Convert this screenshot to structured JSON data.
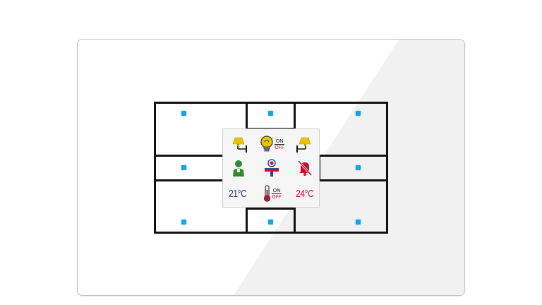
{
  "device": {
    "accent_led": "#1aa3e0",
    "frame_color": "#111111",
    "keys": [
      {
        "name": "top-left"
      },
      {
        "name": "top-center"
      },
      {
        "name": "top-right"
      },
      {
        "name": "middle-left"
      },
      {
        "name": "middle-right"
      },
      {
        "name": "bottom-left"
      },
      {
        "name": "bottom-center"
      },
      {
        "name": "bottom-right"
      }
    ]
  },
  "display": {
    "icons": [
      {
        "name": "wall-lamp-left-icon",
        "color": "#e8c400"
      },
      {
        "name": "light-bulb-on-off-icon",
        "color": "#e8c400"
      },
      {
        "name": "wall-lamp-right-icon",
        "color": "#e8c400"
      },
      {
        "name": "person-icon",
        "color": "#2e8b2e"
      },
      {
        "name": "thermostat-control-icon",
        "color": "#1c4fa0"
      },
      {
        "name": "bell-muted-icon",
        "color": "#c8102e"
      },
      {
        "name": "thermometer-on-off-icon",
        "color": "#c8102e"
      }
    ],
    "temp_left": "21°C",
    "temp_left_color": "#2a2f7a",
    "temp_right": "24°C",
    "temp_right_color": "#c8102e",
    "onoff_on": "ON",
    "onoff_off": "OFF"
  }
}
